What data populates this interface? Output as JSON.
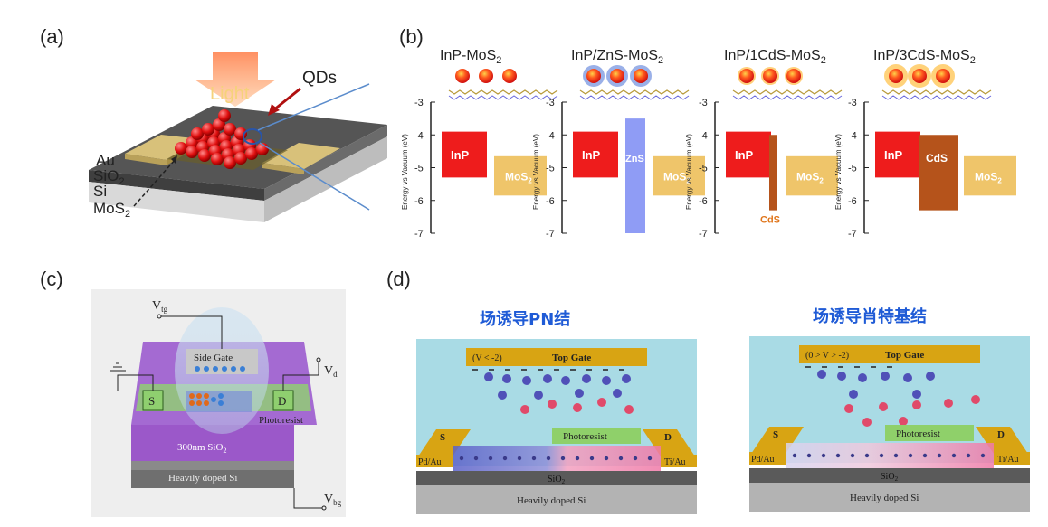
{
  "panels": {
    "a": {
      "label": "(a)",
      "light": "Light",
      "qds": "QDs",
      "au": "Au",
      "sio2": "SiO",
      "si": "Si",
      "mos2": "MoS",
      "sub2": "2"
    },
    "b": {
      "label": "(b)",
      "axis_label": "Energy vs Vacuum (eV)",
      "ticks": [
        "-3",
        "-4",
        "-5",
        "-6",
        "-7"
      ],
      "diagrams": [
        {
          "title": "InP-MoS",
          "sub": "2",
          "inp": "InP",
          "mos": "MoS",
          "sub2": "2",
          "shell": "",
          "shell_top": null,
          "shell_bottom": null
        },
        {
          "title": "InP/ZnS-MoS",
          "sub": "2",
          "inp": "InP",
          "mos": "MoS",
          "sub2": "2",
          "shell": "ZnS",
          "shell_top": -3.5,
          "shell_bottom": -7.0
        },
        {
          "title": "InP/1CdS-MoS",
          "sub": "2",
          "inp": "InP",
          "mos": "MoS",
          "sub2": "2",
          "shell": "CdS",
          "shell_top": -4.0,
          "shell_bottom": -6.3
        },
        {
          "title": "InP/3CdS-MoS",
          "sub": "2",
          "inp": "InP",
          "mos": "MoS",
          "sub2": "2",
          "shell": "CdS",
          "shell_top": -4.0,
          "shell_bottom": -6.3
        }
      ],
      "inp_band": {
        "top": -3.9,
        "bottom": -5.3
      },
      "mos2_band": {
        "top": -4.65,
        "bottom": -5.85
      },
      "colors": {
        "inp": "#ee1c1c",
        "mos2": "#efc56a",
        "zns": "#8f9cf5",
        "cds": "#b5531b"
      }
    },
    "c": {
      "label": "(c)",
      "vtg": "V",
      "vtg_sub": "tg",
      "vd": "V",
      "vd_sub": "d",
      "vbg": "V",
      "vbg_sub": "bg",
      "side_gate": "Side Gate",
      "s": "S",
      "d": "D",
      "photoresist": "Photoresist",
      "sio2": "300nm SiO",
      "sio2_sub": "2",
      "si": "Heavily doped Si"
    },
    "d": {
      "label": "(d)",
      "left": {
        "title": "场诱导PN结",
        "gate_cond": "(V < -2)",
        "top_gate": "Top Gate",
        "photoresist": "Photoresist",
        "s": "S",
        "d": "D",
        "pd": "Pd/Au",
        "ti": "Ti/Au",
        "sio2": "SiO",
        "sio2_sub": "2",
        "si": "Heavily doped Si"
      },
      "right": {
        "title": "场诱导肖特基结",
        "gate_cond": "(0 > V > -2)",
        "top_gate": "Top Gate",
        "photoresist": "Photoresist",
        "s": "S",
        "d": "D",
        "pd": "Pd/Au",
        "ti": "Ti/Au",
        "sio2": "SiO",
        "sio2_sub": "2",
        "si": "Heavily doped Si"
      }
    }
  }
}
